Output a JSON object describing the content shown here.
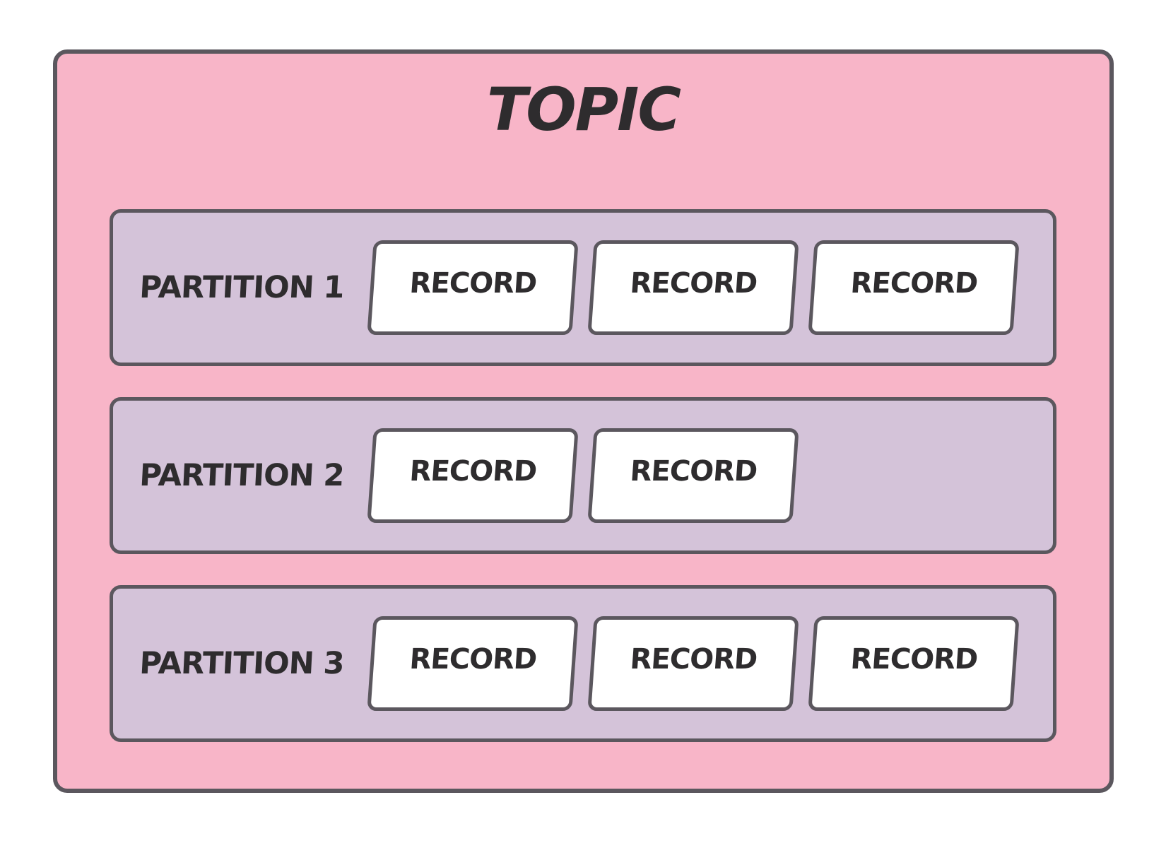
{
  "diagram": {
    "title": "TOPIC",
    "partitions": [
      {
        "label": "PARTITION 1",
        "records": [
          "RECORD",
          "RECORD",
          "RECORD"
        ]
      },
      {
        "label": "PARTITION 2",
        "records": [
          "RECORD",
          "RECORD"
        ]
      },
      {
        "label": "PARTITION 3",
        "records": [
          "RECORD",
          "RECORD",
          "RECORD"
        ]
      }
    ],
    "colors": {
      "topic_fill": "#f8b5c8",
      "partition_fill": "#d4c3d9",
      "record_fill": "#ffffff",
      "border": "#5b575e",
      "text": "#2e2c2e"
    }
  }
}
